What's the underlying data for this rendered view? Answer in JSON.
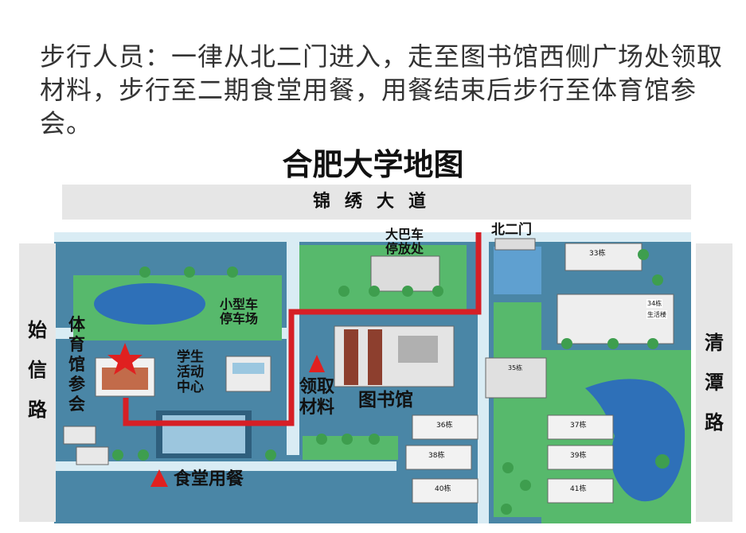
{
  "intro_text": "步行人员：一律从北二门进入，走至图书馆西侧广场处领取材料，步行至二期食堂用餐，用餐结束后步行至体育馆参会。",
  "map_title": "合肥大学地图",
  "roads": {
    "top": "锦绣大道",
    "left": [
      "始",
      "信",
      "路"
    ],
    "right": [
      "清",
      "潭",
      "路"
    ]
  },
  "labels": {
    "north_gate": "北二门",
    "bus_parking": [
      "大巴车",
      "停放处"
    ],
    "car_parking": [
      "小型车",
      "停车场"
    ],
    "gym_meeting": [
      "体",
      "育",
      "馆",
      "参",
      "会"
    ],
    "student_center": [
      "学生",
      "活动",
      "中心"
    ],
    "get_materials": [
      "领取",
      "材料"
    ],
    "library": "图书馆",
    "canteen": "食堂用餐"
  },
  "buildings": {
    "b33": "33栋",
    "b34": "34栋",
    "b34_sub": "生活楼",
    "b35": "35栋",
    "b36": "36栋",
    "b37": "37栋",
    "b38": "38栋",
    "b39": "39栋",
    "b40": "40栋",
    "b41": "41栋"
  },
  "colors": {
    "route": "#d61f26",
    "marker": "#e02020",
    "ground": "#4a86a6",
    "grass": "#57b96c",
    "water": "#2e70b8",
    "road": "#e6e6e6"
  }
}
